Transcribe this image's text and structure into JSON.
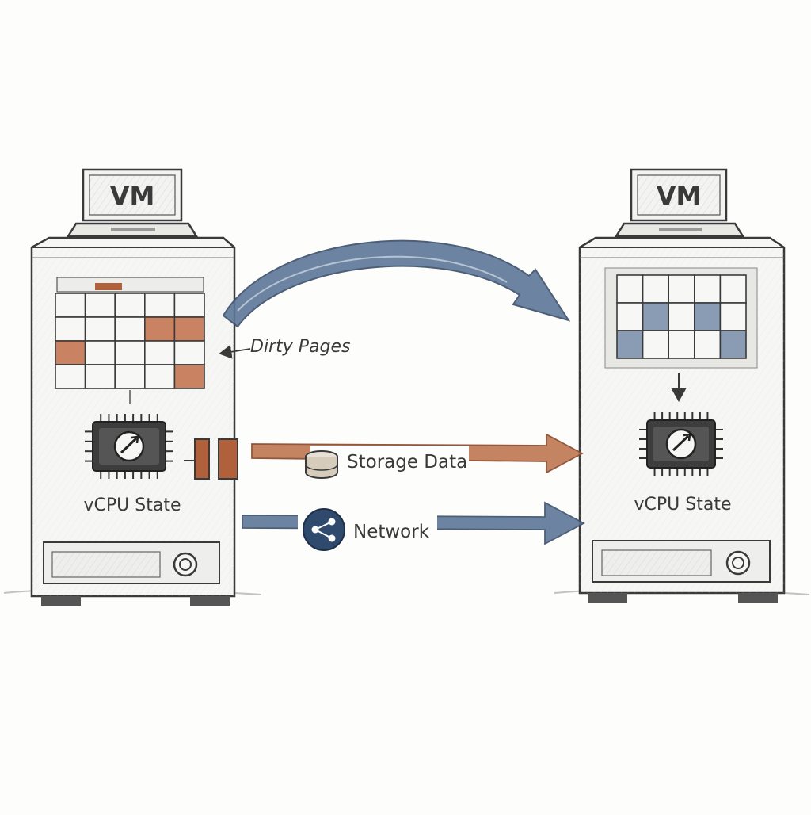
{
  "colors": {
    "ink": "#3a3a3a",
    "paper": "#fdfdfc",
    "accent_orange": "#b0603a",
    "accent_blue": "#4a6688",
    "panel_fill": "#f2f2f0",
    "shade": "#dcdcd8"
  },
  "source_vm": {
    "monitor_label": "VM",
    "memory_grid": {
      "rows": 4,
      "cols": 5,
      "dirty_cells": [
        [
          1,
          3
        ],
        [
          1,
          4
        ],
        [
          2,
          0
        ],
        [
          3,
          4
        ]
      ]
    },
    "cpu_label": "vCPU State",
    "icons": [
      "chip-icon",
      "clock-icon",
      "power-button-icon"
    ]
  },
  "destination_vm": {
    "monitor_label": "VM",
    "memory_grid": {
      "rows": 3,
      "cols": 5,
      "shaded_cells": [
        [
          1,
          1
        ],
        [
          1,
          3
        ],
        [
          2,
          0
        ],
        [
          2,
          4
        ]
      ]
    },
    "cpu_label": "vCPU State",
    "icons": [
      "chip-icon",
      "clock-icon",
      "power-button-icon"
    ]
  },
  "annotations": {
    "dirty_pages": "Dirty Pages"
  },
  "flows": {
    "storage": {
      "label": "Storage Data",
      "icon": "disk-icon",
      "color": "#b0603a"
    },
    "network": {
      "label": "Network",
      "icon": "share-network-icon",
      "color": "#4a6688"
    },
    "memory_arc": {
      "color": "#4a6688"
    }
  }
}
